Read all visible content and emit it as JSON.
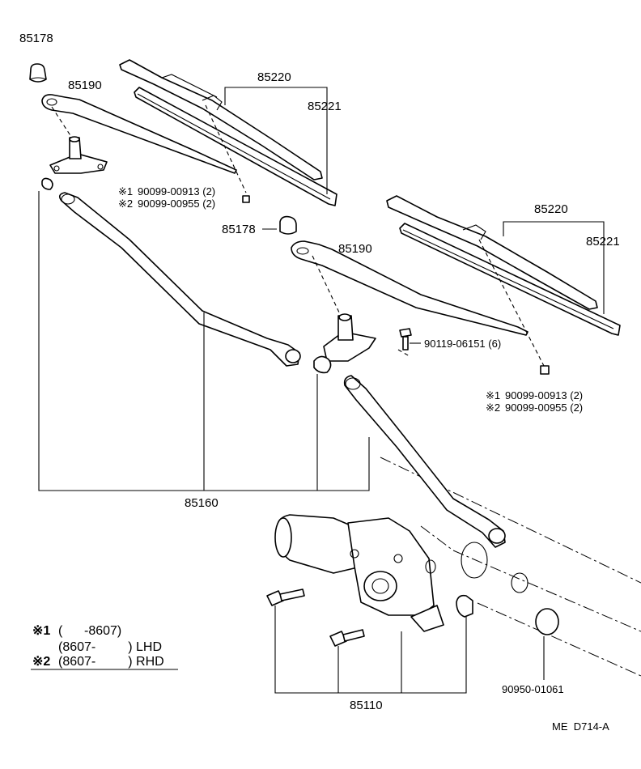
{
  "parts": {
    "cap_upper": "85178",
    "cap_lower": "85178",
    "arm_left": "85190",
    "arm_right": "85190",
    "blade_left": "85220",
    "insert_left": "85221",
    "blade_right": "85220",
    "insert_right": "85221",
    "link": "85160",
    "motor": "85110",
    "bolt": "90119-06151 (6)",
    "plug": "90950-01061"
  },
  "nut_notes": {
    "left_1_mark": "※1",
    "left_1": "90099-00913 (2)",
    "left_2_mark": "※2",
    "left_2": "90099-00955 (2)",
    "right_1_mark": "※1",
    "right_1": "90099-00913 (2)",
    "right_2_mark": "※2",
    "right_2": "90099-00955 (2)"
  },
  "legend": {
    "row1_mark": "※1",
    "row1_text": "(      -8607)",
    "row2_text": "(8607-         ) LHD",
    "row3_mark": "※2",
    "row3_text": "(8607-         ) RHD"
  },
  "figure_code": "ME  D714-A"
}
